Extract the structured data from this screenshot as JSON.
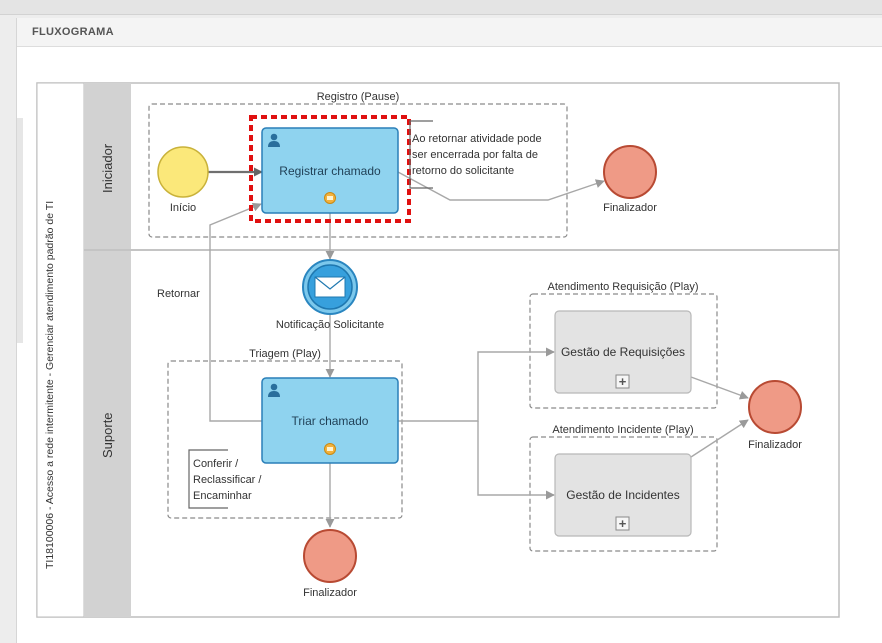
{
  "panel": {
    "title": "FLUXOGRAMA"
  },
  "pool": {
    "title": "TI18100006 - Acesso a rede intermitente - Gerenciar atendimento padrão de TI"
  },
  "lanes": {
    "iniciador": "Iniciador",
    "suporte": "Suporte"
  },
  "groups": {
    "registro": "Registro (Pause)",
    "triagem": "Triagem (Play)",
    "requisicao": "Atendimento Requisição (Play)",
    "incidente": "Atendimento Incidente (Play)"
  },
  "events": {
    "inicio": "Início",
    "fim_registro": "Finalizador",
    "notificacao": "Notificação Solicitante",
    "fim_atendimento": "Finalizador",
    "fim_triagem": "Finalizador"
  },
  "tasks": {
    "registrar": "Registrar chamado",
    "triar": "Triar chamado",
    "requisicoes": "Gestão de Requisições",
    "incidentes": "Gestão de Incidentes"
  },
  "annotations": {
    "registro": [
      "Ao retornar atividade pode",
      "ser encerrada por falta de",
      "retorno do solicitante"
    ],
    "triagem": [
      "Conferir /",
      "Reclassificar /",
      "Encaminhar"
    ]
  },
  "flows": {
    "retornar": "Retornar"
  },
  "subprocess_marker": "+",
  "colors": {
    "task_fill": "#8fd3ef",
    "task_stroke": "#2a7fb8",
    "start_fill": "#fbe87a",
    "end_fill": "#ef9a86",
    "selection": "#e01010"
  }
}
